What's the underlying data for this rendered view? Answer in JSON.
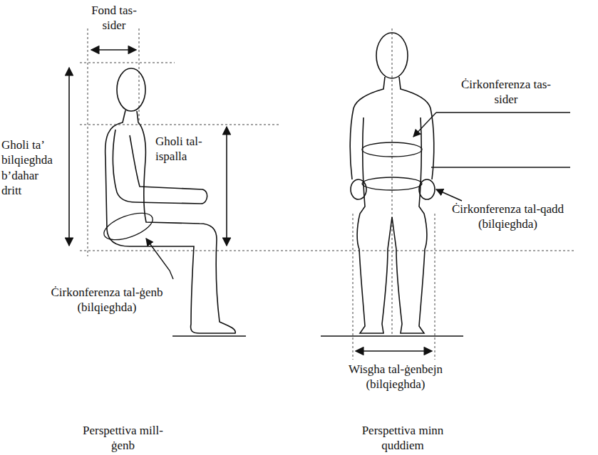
{
  "diagram": {
    "labels": [
      "Fond tas-sider",
      "Gholi ta’ bilqieghda b’dahar dritt",
      "Gholi tal-ispalla",
      "Ċirkonferenza tas-sider",
      "Ċirkonferenza tal-qadd (bilqieghda)",
      "Ċirkonferenza tal-ġenb (bilqieghda)",
      "Wisgha tal-ġenbejn (bilqieghda)",
      "Perspettiva mill-ġenb",
      "Perspettiva minn quddiem"
    ]
  }
}
